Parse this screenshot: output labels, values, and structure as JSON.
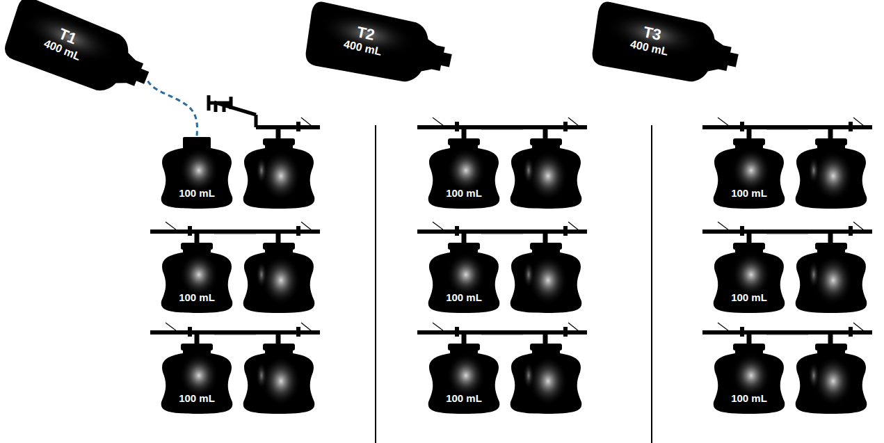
{
  "diagram": {
    "nodes": [
      {
        "text": [
          "T1",
          "400 mL"
        ]
      },
      {
        "text": [
          "T2",
          "400 mL"
        ]
      },
      {
        "text": [
          "T3",
          "400 mL"
        ]
      },
      {
        "text": [
          "100 mL"
        ]
      },
      {
        "text": [
          "100 mL"
        ]
      },
      {
        "text": [
          "100 mL"
        ]
      },
      {
        "text": [
          "100 mL"
        ]
      },
      {
        "text": [
          "100 mL"
        ]
      },
      {
        "text": [
          "100 mL"
        ]
      },
      {
        "text": [
          "100 mL"
        ]
      },
      {
        "text": [
          "100 mL"
        ]
      },
      {
        "text": [
          "100 mL"
        ]
      }
    ],
    "edges": [
      {
        "from": 0,
        "to": 3,
        "arrow": "none"
      }
    ]
  }
}
